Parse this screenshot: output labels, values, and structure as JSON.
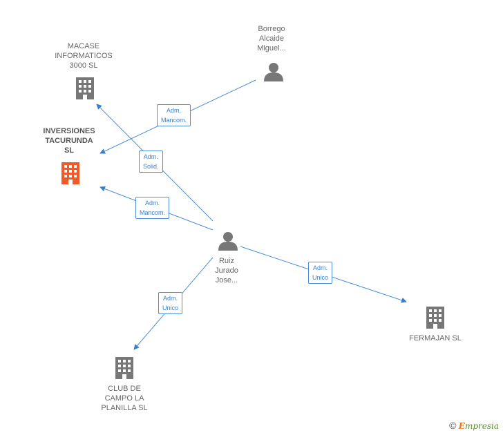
{
  "nodes": {
    "macase": {
      "label": "MACASE\nINFORMATICOS\n3000  SL",
      "type": "company"
    },
    "inversiones": {
      "label": "INVERSIONES\nTACURUNDA\nSL",
      "type": "company-focus"
    },
    "borrego": {
      "label": "Borrego\nAlcaide\nMiguel...",
      "type": "person"
    },
    "ruiz": {
      "label": "Ruiz\nJurado\nJose...",
      "type": "person"
    },
    "fermajan": {
      "label": "FERMAJAN  SL",
      "type": "company"
    },
    "club": {
      "label": "CLUB DE\nCAMPO LA\nPLANILLA SL",
      "type": "company"
    }
  },
  "edges": {
    "borrego_inversiones": "Adm.\nMancom.",
    "ruiz_macase": "Adm.\nSolid.",
    "ruiz_inversiones": "Adm.\nMancom.",
    "ruiz_fermajan": "Adm.\nUnico",
    "ruiz_club": "Adm.\nUnico"
  },
  "colors": {
    "edge": "#4a8fd6",
    "company": "#777777",
    "company_focus": "#f05a28",
    "person": "#777777"
  },
  "footer": {
    "copyright": "©",
    "brand_first": "E",
    "brand_rest": "mpresia"
  }
}
